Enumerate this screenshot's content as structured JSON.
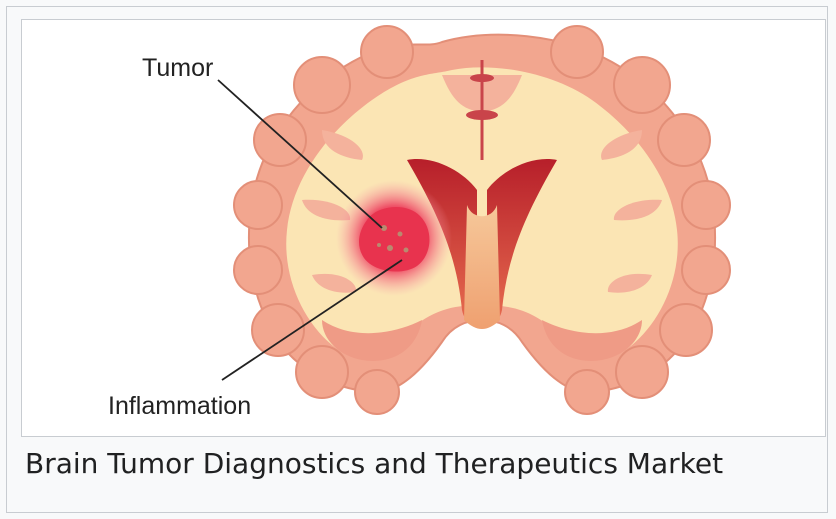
{
  "figure": {
    "caption": "Brain Tumor Diagnostics and Therapeutics Market",
    "labels": {
      "tumor": "Tumor",
      "inflammation": "Inflammation"
    }
  },
  "colors": {
    "cortex": "#f2a68f",
    "whiteMatter": "#fbe5b4",
    "ventricle": "#b71f2a",
    "tumor": "#e8334e",
    "inflammation": "#f58a9b"
  }
}
